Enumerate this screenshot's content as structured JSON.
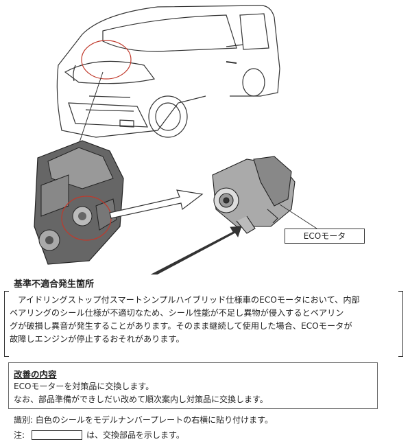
{
  "illustration": {
    "eco_motor_label": "ECOモータ"
  },
  "defect": {
    "title": "基準不適合発生箇所",
    "lines": [
      "　アイドリングストップ付スマートシンプルハイブリッド仕様車のECOモータにおいて、内部",
      "ベアリングのシール仕様が不適切なため、シール性能が不足し異物が侵入するとベアリン",
      "グが破損し異音が発生することがあります。そのまま継続して使用した場合、ECOモータが",
      "故障しエンジンが停止するおそれがあります。"
    ]
  },
  "remedy": {
    "title": "改善の内容",
    "line1": "ECOモーターを対策品に交換します。",
    "line2": "なお、部品準備ができしだい改めて順次案内し対策品に交換します。"
  },
  "identification": "識別: 白色のシールをモデルナンバープレートの右横に貼り付けます。",
  "note": {
    "prefix": "注:",
    "text": "は、交換部品を示します。"
  }
}
